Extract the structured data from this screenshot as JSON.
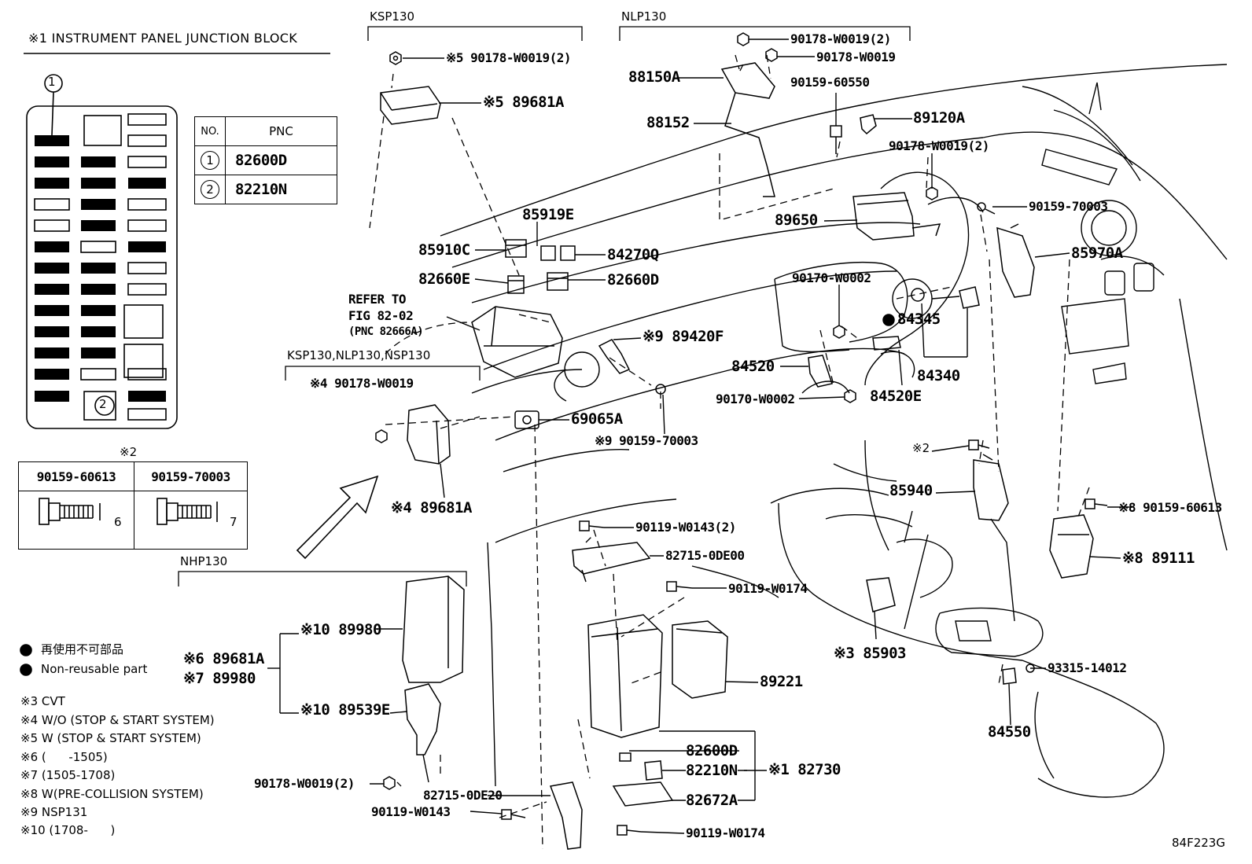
{
  "title": "※1 INSTRUMENT PANEL JUNCTION BLOCK",
  "sheet_code": "84F223G",
  "pnc_table": {
    "headers": [
      "NO.",
      "PNC"
    ],
    "rows": [
      {
        "no": "1",
        "pnc": "82600D"
      },
      {
        "no": "2",
        "pnc": "82210N"
      }
    ]
  },
  "bolt_table": {
    "mark": "※2",
    "columns": [
      {
        "part": "90159-60613",
        "dim": "6"
      },
      {
        "part": "90159-70003",
        "dim": "7"
      }
    ]
  },
  "jb_callouts": [
    "1",
    "2"
  ],
  "variant_headers": {
    "ksp130": "KSP130",
    "nlp130": "NLP130",
    "multi": "KSP130,NLP130,NSP130",
    "nhp130": "NHP130"
  },
  "refer": [
    "REFER TO",
    "FIG 82-02",
    "(PNC 82666A)"
  ],
  "legend": {
    "ja": "再使用不可部品",
    "en": "Non-reusable part",
    "notes": [
      "※3 CVT",
      "※4 W/O (STOP & START SYSTEM)",
      "※5 W (STOP & START SYSTEM)",
      "※6 (      -1505)",
      "※7 (1505-1708)",
      "※8 W(PRE-COLLISION SYSTEM)",
      "※9 NSP131",
      "※10 (1708-      )"
    ]
  },
  "labels": {
    "ksp_nut": "※5 90178-W0019(2)",
    "ksp_ecu": "※5 89681A",
    "nlp_nut1": "90178-W0019(2)",
    "nlp_nut2": "90178-W0019",
    "b88150a": "88150A",
    "b88152": "88152",
    "b90159_60550": "90159-60550",
    "b89120a": "89120A",
    "b90178_w0019_2b": "90178-W0019(2)",
    "b89650": "89650",
    "b90159_70003a": "90159-70003",
    "b85919e": "85919E",
    "b85910c": "85910C",
    "b84270q": "84270Q",
    "b82660e": "82660E",
    "b82660d": "82660D",
    "b85970a": "85970A",
    "b90170_w0002a": "90170-W0002",
    "b84345": "84345",
    "b89420f": "※9 89420F",
    "b84520": "84520",
    "b84340": "84340",
    "b4_nut": "※4 90178-W0019",
    "b90170_w0002b": "90170-W0002",
    "b84520e": "84520E",
    "b69065a": "69065A",
    "b9_bolt": "※9 90159-70003",
    "b2_mark": "※2",
    "b85940": "85940",
    "b4_ecu": "※4 89681A",
    "b90119_w0143_2": "90119-W0143(2)",
    "b8_bolt": "※8 90159-60613",
    "b82715_0de00": "82715-0DE00",
    "b8_89111": "※8 89111",
    "b90119_w0174a": "90119-W0174",
    "b10_89980": "※10 89980",
    "b6_89681a": "※6 89681A",
    "b7_89980": "※7 89980",
    "b3_85903": "※3 85903",
    "b93315": "93315-14012",
    "b89221": "89221",
    "b10_89539e": "※10 89539E",
    "b84550": "84550",
    "b82600d": "82600D",
    "b1_82730": "※1 82730",
    "b82210n": "82210N",
    "b90178_w0019_2c": "90178-W0019(2)",
    "b82715_0de20": "82715-0DE20",
    "b82672a": "82672A",
    "b90119_w0143": "90119-W0143",
    "b90119_w0174b": "90119-W0174"
  }
}
